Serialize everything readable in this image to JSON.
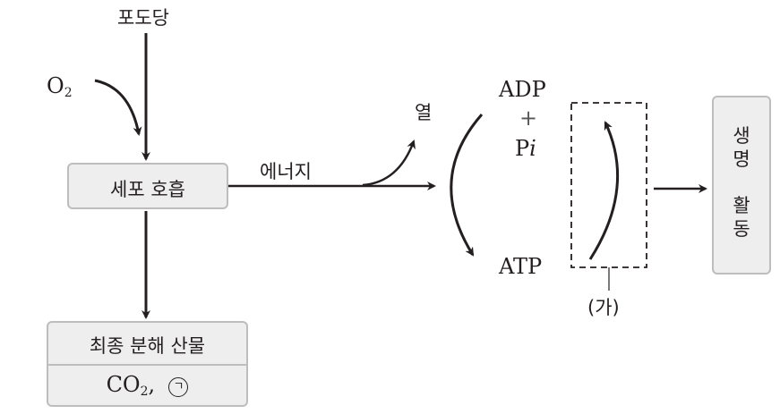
{
  "diagram": {
    "glucose_label": "포도당",
    "oxygen_label": "O",
    "oxygen_subscript": "2",
    "cell_respiration_label": "세포 호흡",
    "energy_label": "에너지",
    "heat_label": "열",
    "end_products": {
      "title": "최종 분해 산물",
      "co2_main": "CO",
      "co2_subscript": "2",
      "separator": ",",
      "unknown_marker": "ㄱ"
    },
    "atp_cycle": {
      "adp_label": "ADP",
      "plus_label": "+",
      "pi_label_p": "P",
      "pi_label_i": "i",
      "atp_label": "ATP"
    },
    "process_ga_label": "(가)",
    "life_activity": {
      "line1": "생명",
      "line2": "활동"
    }
  },
  "colors": {
    "ink": "#231f20",
    "box_fill": "#eeeeee",
    "box_border": "#bdbdbd"
  }
}
